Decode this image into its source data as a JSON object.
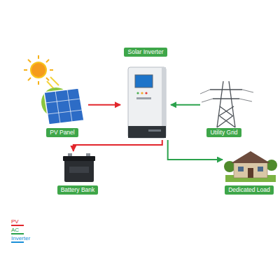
{
  "diagram": {
    "nodes": [
      {
        "text": [
          "Solar Inverter"
        ]
      },
      {
        "text": [
          "PV Panel"
        ]
      },
      {
        "text": [
          "Utility Grid"
        ]
      },
      {
        "text": [
          "Battery Bank"
        ]
      },
      {
        "text": [
          "Dedicated Load"
        ]
      }
    ],
    "edges": [
      {
        "from": 1,
        "to": 0,
        "arrow": "to"
      },
      {
        "from": 2,
        "to": 0,
        "arrow": "to"
      },
      {
        "from": 0,
        "to": 3,
        "arrow": "to"
      },
      {
        "from": 0,
        "to": 4,
        "arrow": "to"
      }
    ],
    "legend": [
      {
        "text": "PV",
        "color": "#e2262c"
      },
      {
        "text": "AC",
        "color": "#2ba24c"
      },
      {
        "text": "Inverter",
        "color": "#1a8fd8"
      }
    ]
  }
}
